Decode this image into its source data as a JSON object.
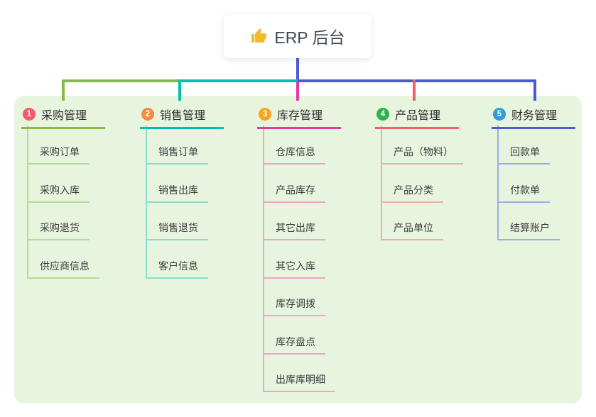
{
  "root": {
    "title": "ERP 后台",
    "icon": "thumbs-up-icon",
    "connector_color": "#4a5ad2",
    "icon_color": "#f5b92c"
  },
  "panel": {
    "background": "#e7f5df"
  },
  "branches": [
    {
      "num": "1",
      "label": "采购管理",
      "color": "#85bd44",
      "light_color": "#b5dc92",
      "badge_color": "#f25b6d",
      "children": [
        "采购订单",
        "采购入库",
        "采购退货",
        "供应商信息"
      ]
    },
    {
      "num": "2",
      "label": "销售管理",
      "color": "#00c1ad",
      "light_color": "#8bdcd2",
      "badge_color": "#f78b44",
      "children": [
        "销售订单",
        "销售出库",
        "销售退货",
        "客户信息"
      ]
    },
    {
      "num": "3",
      "label": "库存管理",
      "color": "#e43a9f",
      "light_color": "#f2a1ce",
      "badge_color": "#f8a51e",
      "children": [
        "仓库信息",
        "产品库存",
        "其它出库",
        "其它入库",
        "库存调拨",
        "库存盘点",
        "出库库明细"
      ]
    },
    {
      "num": "4",
      "label": "产品管理",
      "color": "#f15f66",
      "light_color": "#f8a8ab",
      "badge_color": "#2fb34c",
      "children": [
        "产品（物料）",
        "产品分类",
        "产品单位"
      ]
    },
    {
      "num": "5",
      "label": "财务管理",
      "color": "#4a5ad2",
      "light_color": "#9fabe6",
      "badge_color": "#2b9fd8",
      "children": [
        "回款单",
        "付款单",
        "结算账户"
      ]
    }
  ]
}
